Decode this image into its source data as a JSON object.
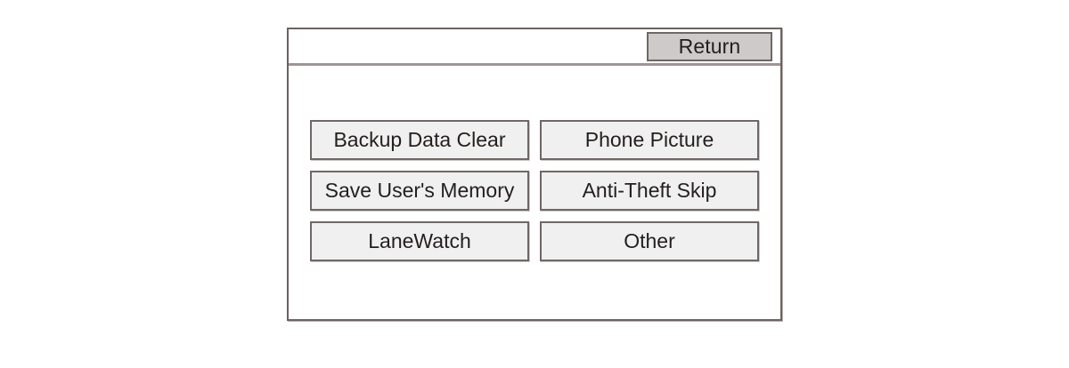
{
  "screen": {
    "title": "",
    "header": {
      "return_label": "Return"
    },
    "menu": {
      "rows": [
        {
          "left": "Backup Data Clear",
          "right": "Phone Picture"
        },
        {
          "left": "Save User's Memory",
          "right": "Anti-Theft Skip"
        },
        {
          "left": "LaneWatch",
          "right": "Other"
        }
      ],
      "items": [
        "Backup Data Clear",
        "Phone Picture",
        "Save User's Memory",
        "Anti-Theft Skip",
        "LaneWatch",
        "Other"
      ]
    }
  },
  "colors": {
    "page_background": "#ffffff",
    "frame_border": "#6b6361",
    "divider": "#9d9695",
    "button_fill": "#eff0ef",
    "button_border": "#6f6765",
    "return_fill": "#cdcac9",
    "text": "#241f1e"
  }
}
